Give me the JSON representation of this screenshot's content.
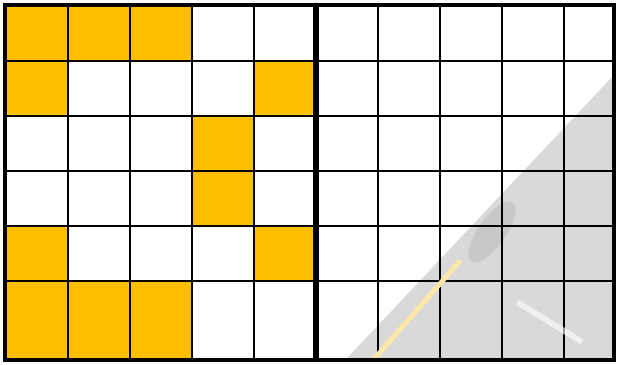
{
  "grid": {
    "rows": 6,
    "cols": 10,
    "divider_after_col": 4,
    "colors": {
      "filled": "#FFBF00",
      "empty": "#FFFFFF",
      "line": "#000000",
      "watermark": "#D3D3D3",
      "watermark_accent": "#FFE7A8"
    },
    "left_panel": [
      [
        1,
        1,
        1,
        0,
        0
      ],
      [
        1,
        0,
        0,
        0,
        1
      ],
      [
        0,
        0,
        0,
        1,
        0
      ],
      [
        0,
        0,
        0,
        1,
        0
      ],
      [
        1,
        0,
        0,
        0,
        1
      ],
      [
        1,
        1,
        1,
        0,
        0
      ]
    ],
    "right_panel": [
      [
        0,
        0,
        0,
        0,
        0
      ],
      [
        0,
        0,
        0,
        0,
        0
      ],
      [
        0,
        0,
        0,
        0,
        0
      ],
      [
        0,
        0,
        0,
        0,
        0
      ],
      [
        0,
        0,
        0,
        0,
        0
      ],
      [
        0,
        0,
        0,
        0,
        0
      ]
    ]
  },
  "watermark": {
    "icon": "pencil-icon"
  }
}
